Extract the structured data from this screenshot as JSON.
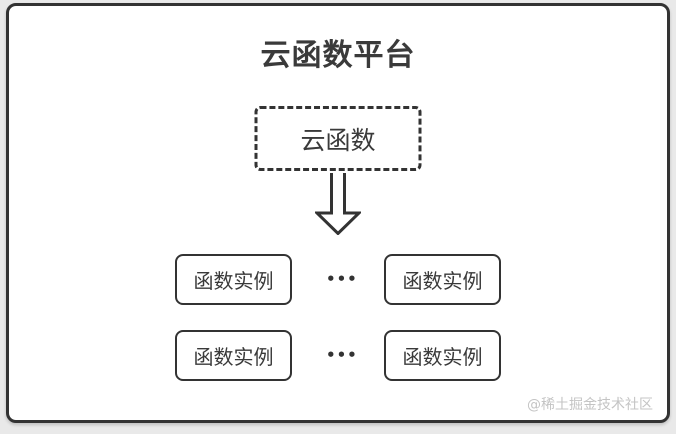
{
  "diagram": {
    "title": "云函数平台",
    "cloud_function": {
      "label": "云函数"
    },
    "arrow_icon": "arrow-down-outline",
    "instance_rows": [
      {
        "left": "函数实例",
        "dots": "•••",
        "right": "函数实例"
      },
      {
        "left": "函数实例",
        "dots": "•••",
        "right": "函数实例"
      }
    ],
    "watermark": "@稀土掘金技术社区"
  },
  "colors": {
    "background": "#e9e9e9",
    "card_background": "#ffffff",
    "border": "#333333",
    "text": "#3a3a3a",
    "watermark": "#c4c4c4"
  }
}
